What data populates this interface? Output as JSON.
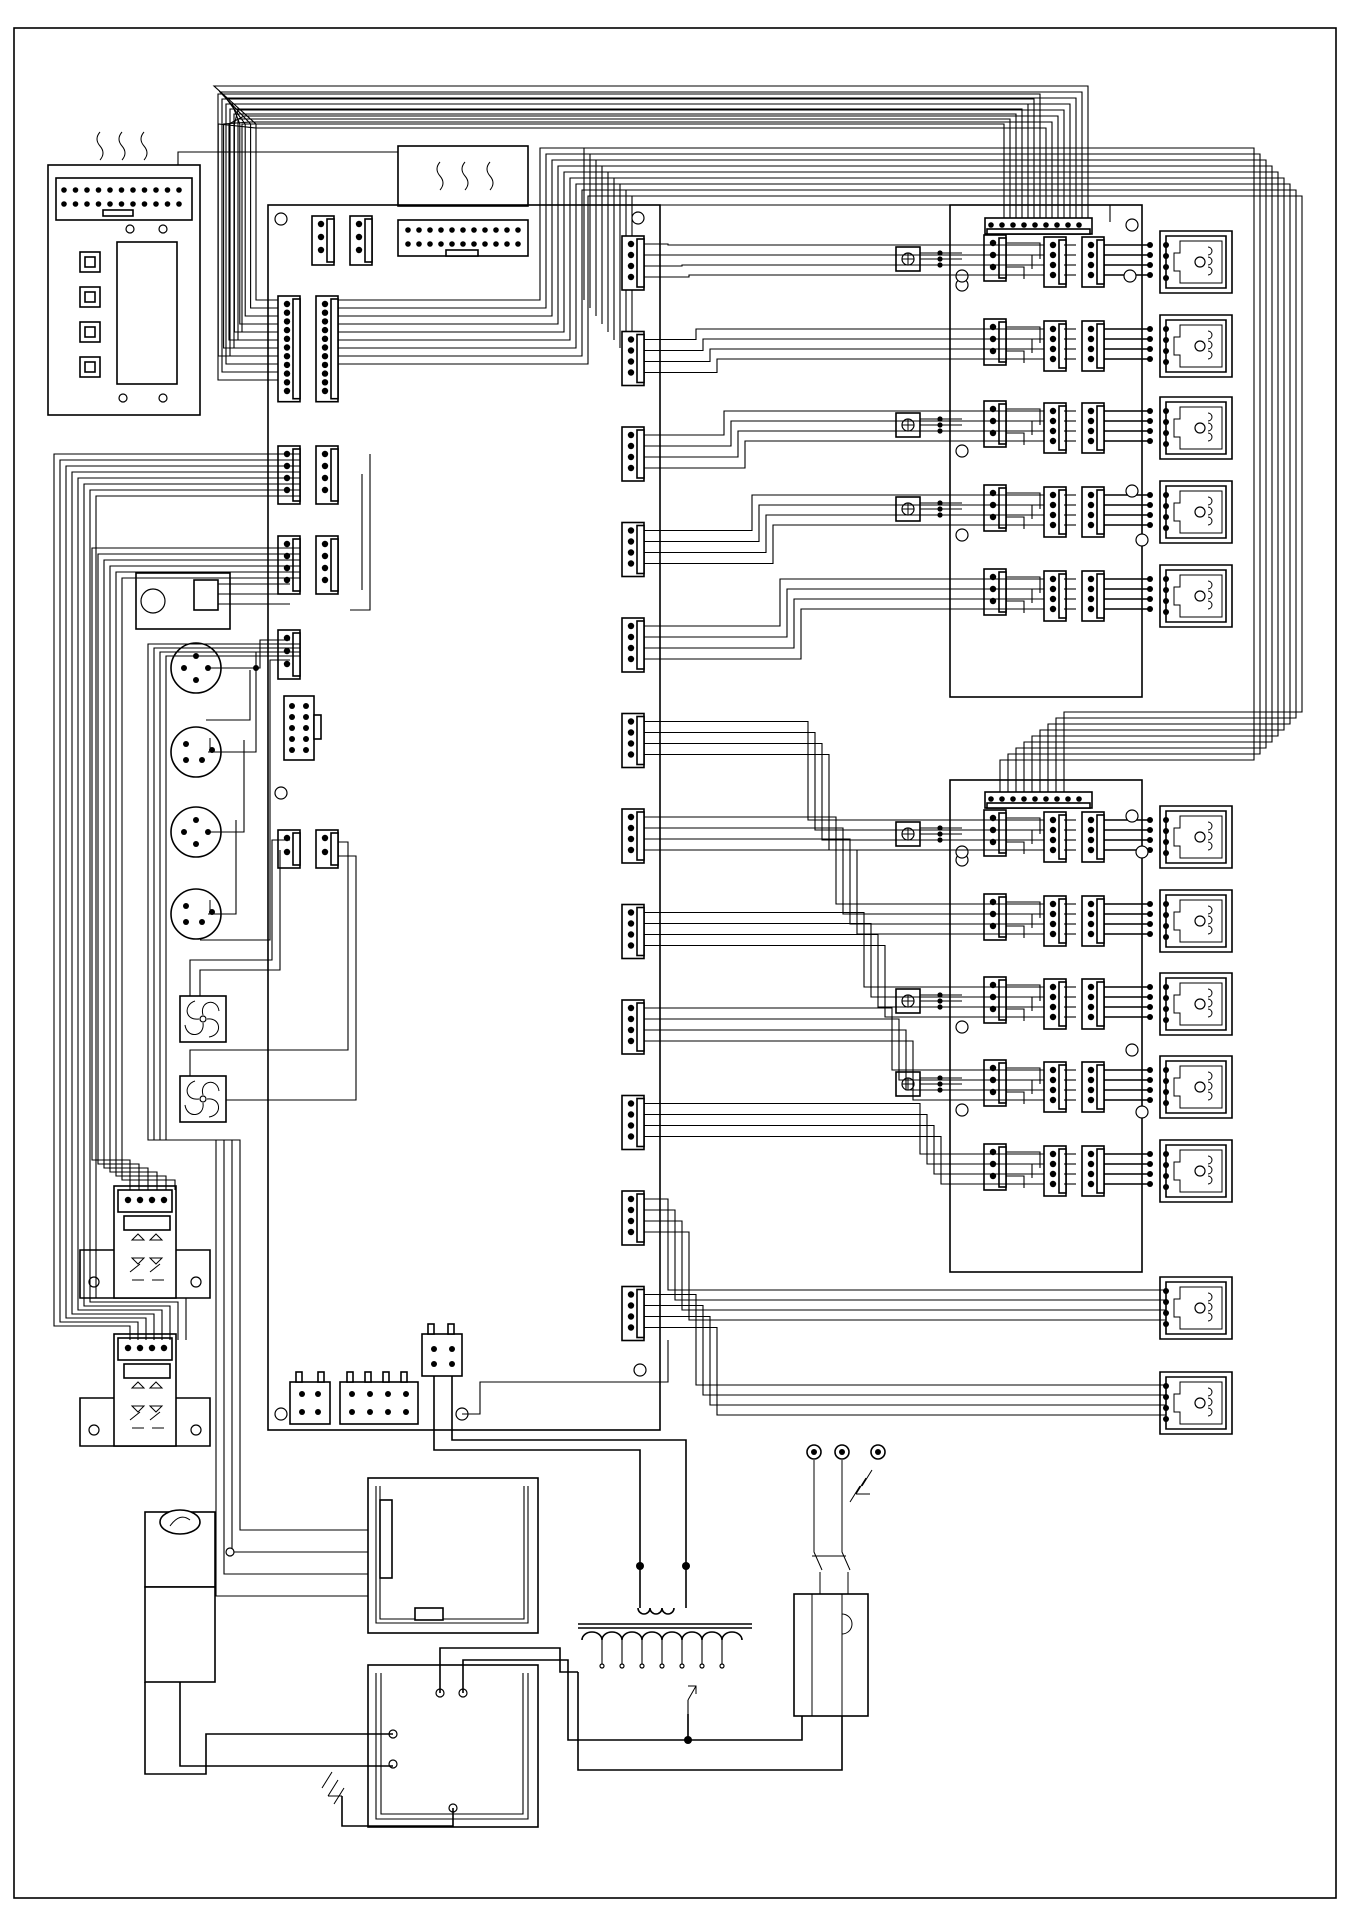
{
  "diagram": {
    "kind": "electrical wiring schematic",
    "text_labels": [],
    "stroke_color": "#000000",
    "background_color": "#ffffff",
    "components": {
      "control_panel": {
        "buttons": 4,
        "heater_symbols": 3
      },
      "main_board": {
        "right_connectors": 12
      },
      "driver_boards": [
        {
          "name": "upper",
          "motor_channels": 5
        },
        {
          "name": "lower",
          "motor_channels": 5
        }
      ],
      "extra_stepper_motors": 2,
      "circular_connectors": 4,
      "fans": 2,
      "rectifier_modules": 2,
      "transformer_taps": 7,
      "mains_terminals": 3
    }
  }
}
